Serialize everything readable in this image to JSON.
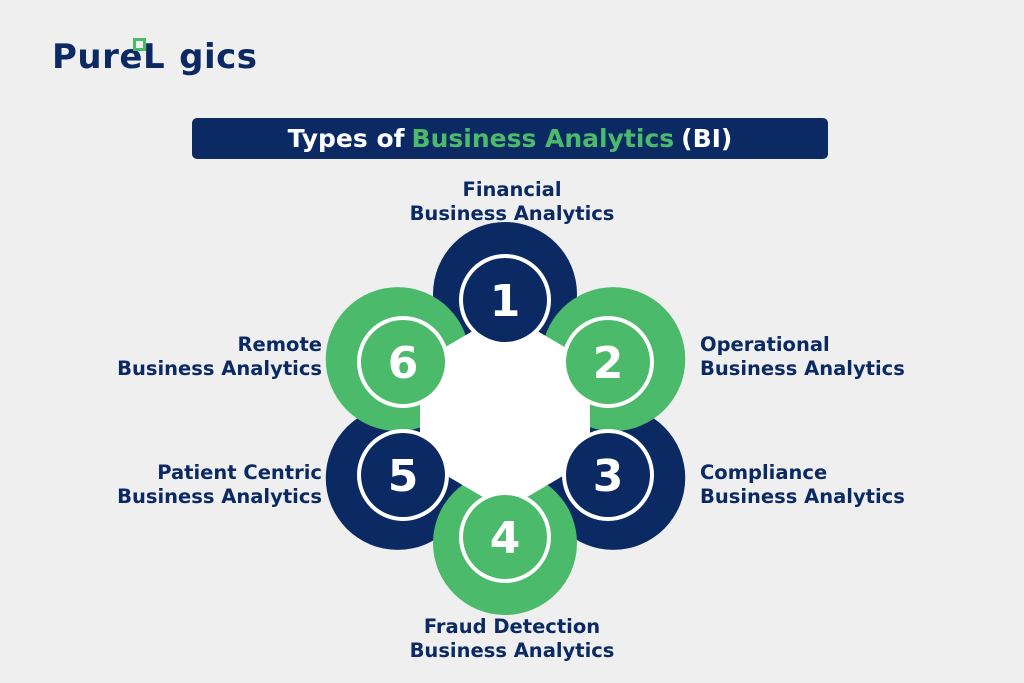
{
  "logo": {
    "text_main": "PureL",
    "text_tail": "gics"
  },
  "banner": {
    "prefix": "Types of",
    "highlight": "Business Analytics",
    "suffix": "(BI)"
  },
  "colors": {
    "navy": "#0b2a63",
    "green": "#4cba6b",
    "background": "#efefef"
  },
  "items": [
    {
      "number": "1",
      "line1": "Financial",
      "line2": "Business Analytics",
      "color": "navy"
    },
    {
      "number": "2",
      "line1": "Operational",
      "line2": "Business Analytics",
      "color": "green"
    },
    {
      "number": "3",
      "line1": "Compliance",
      "line2": "Business Analytics",
      "color": "navy"
    },
    {
      "number": "4",
      "line1": "Fraud Detection",
      "line2": "Business Analytics",
      "color": "green"
    },
    {
      "number": "5",
      "line1": "Patient Centric",
      "line2": "Business Analytics",
      "color": "navy"
    },
    {
      "number": "6",
      "line1": "Remote",
      "line2": "Business Analytics",
      "color": "green"
    }
  ]
}
